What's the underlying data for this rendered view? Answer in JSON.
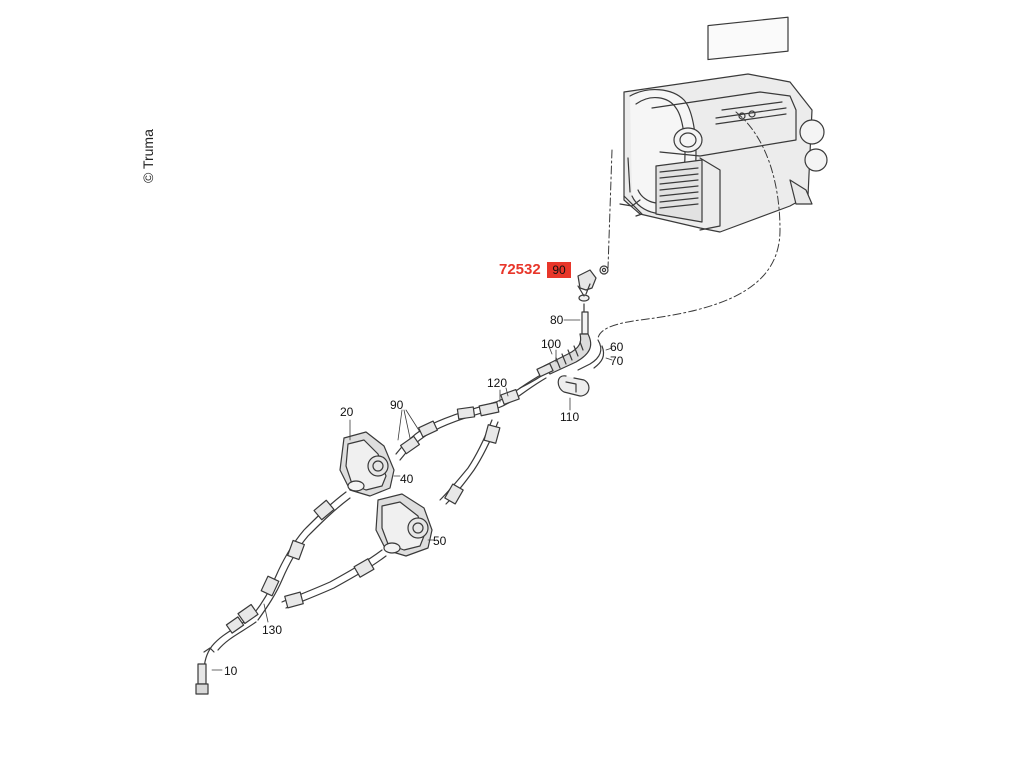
{
  "copyright": "© Truma",
  "highlight": {
    "part_number": "72532",
    "position_label": "90",
    "color": "#e8362a"
  },
  "callouts": {
    "c10": "10",
    "c20": "20",
    "c40": "40",
    "c50": "50",
    "c60": "60",
    "c70": "70",
    "c80": "80",
    "c90": "90",
    "c100": "100",
    "c110": "110",
    "c120": "120",
    "c130": "130"
  }
}
